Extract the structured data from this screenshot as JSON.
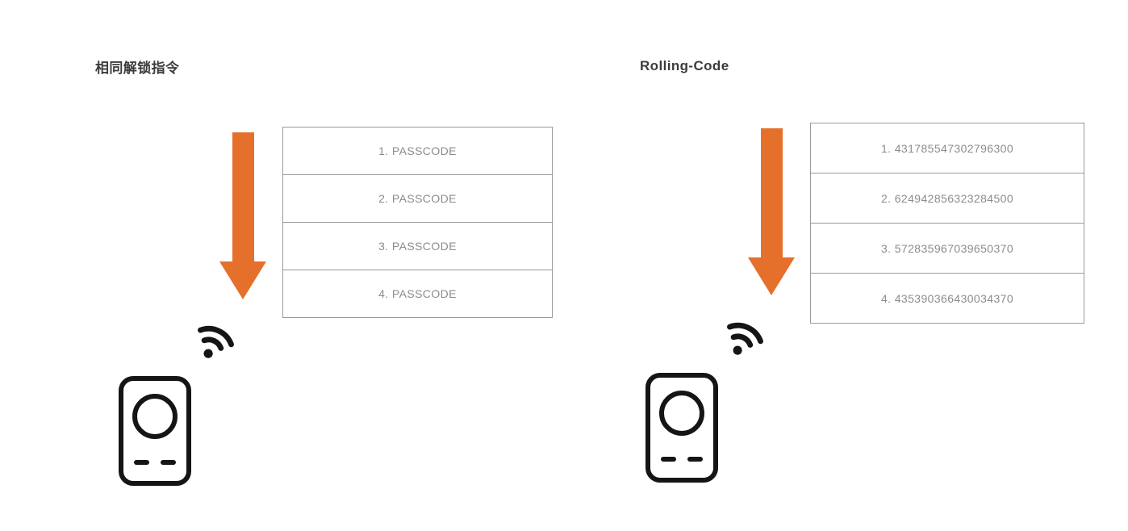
{
  "diagram": {
    "left": {
      "title": "相同解锁指令",
      "codes": [
        "1. PASSCODE",
        "2. PASSCODE",
        "3. PASSCODE",
        "4. PASSCODE"
      ]
    },
    "right": {
      "title": "Rolling-Code",
      "codes": [
        "1. 431785547302796300",
        "2. 624942856323284500",
        "3. 572835967039650370",
        "4. 435390366430034370"
      ]
    },
    "colors": {
      "arrow": "#e5702c",
      "border": "#9a9a9a",
      "code_text": "#8c8c8c",
      "title_text": "#3c3c3c",
      "icon": "#151515"
    }
  }
}
